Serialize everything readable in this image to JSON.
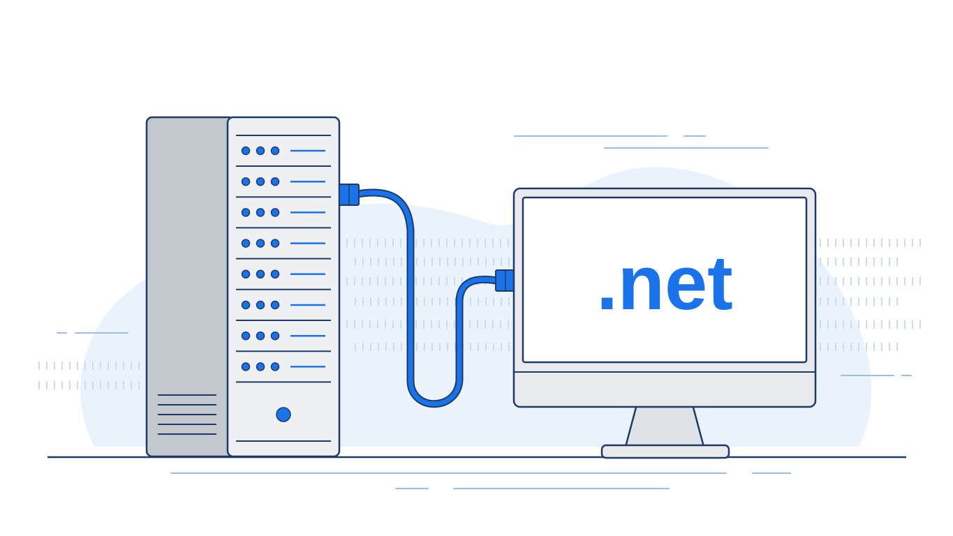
{
  "screen": {
    "label": ".net"
  },
  "colors": {
    "background": "#ffffff",
    "blob": "#eaf2fc",
    "outline": "#1f3a66",
    "accent": "#1a73e8",
    "server_side": "#c3c8cf",
    "server_front": "#eef0f3",
    "monitor_body": "#e8eaed",
    "light_line": "#9dbde6",
    "dash_pattern": "#cbdcef"
  },
  "server": {
    "bay_count": 8,
    "leds_per_bay": 3,
    "vent_count": 5
  }
}
